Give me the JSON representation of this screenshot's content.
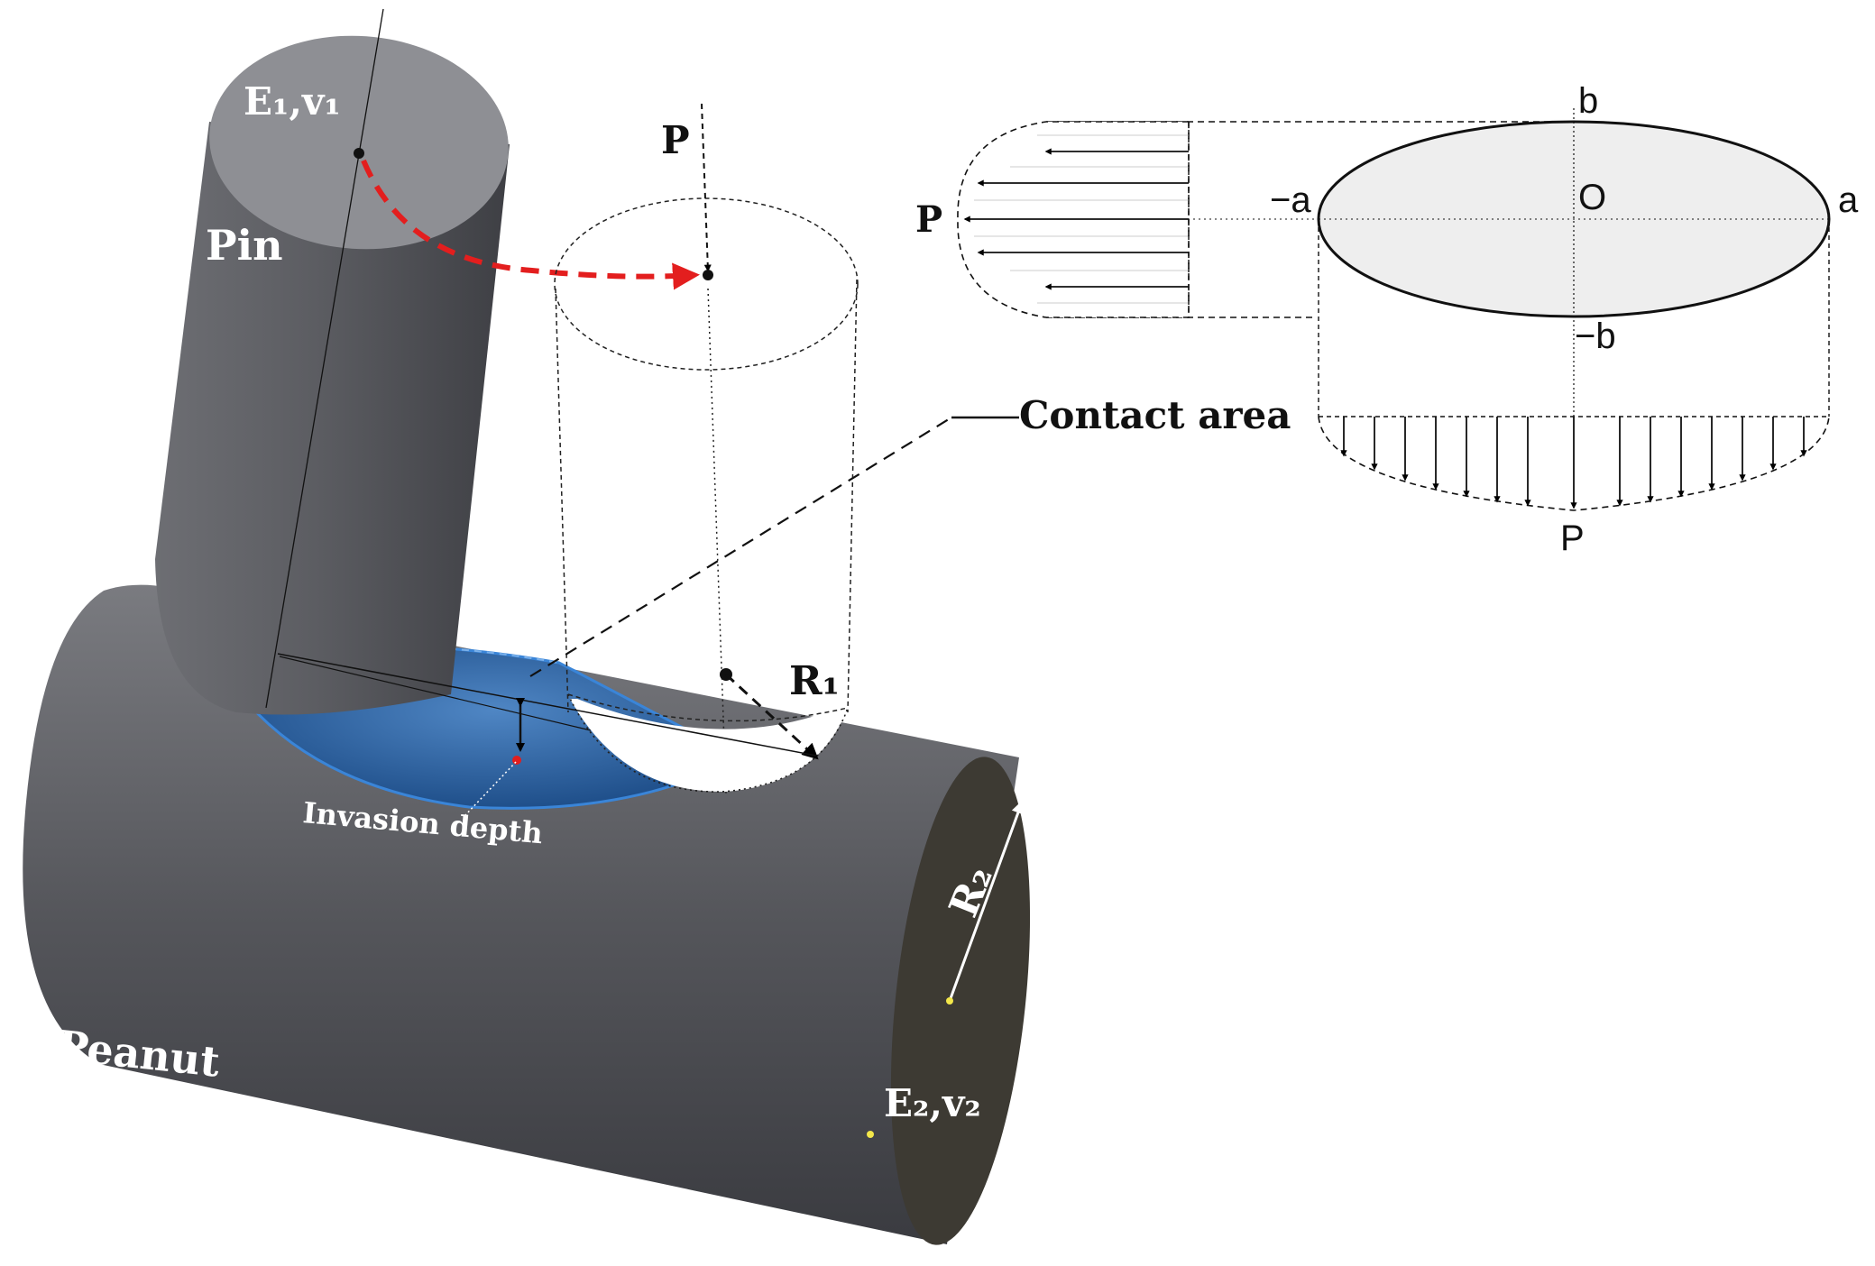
{
  "labels": {
    "pin_material": "E₁,v₁",
    "pin": "Pin",
    "load_top": "P",
    "radius_pin": "R₁",
    "contact_area": "Contact area",
    "invasion_depth": "Invasion depth",
    "radius_peanut": "R₂",
    "peanut": "Peanut",
    "peanut_material": "E₂,v₂"
  },
  "ellipse_axes": {
    "b": "b",
    "neg_b": "−b",
    "a": "a",
    "neg_a": "−a",
    "origin": "O"
  },
  "pressure_labels": {
    "side_load": "P",
    "bottom_load": "P"
  },
  "colors": {
    "pin_body": "#5a5b60",
    "pin_top": "#8e8f94",
    "peanut_body": "#55565c",
    "peanut_end": "#3e3b34",
    "contact_blue": "#2f6fb8",
    "path_arrow": "#e31e1e",
    "ellipse_fill": "#eeeeee"
  }
}
